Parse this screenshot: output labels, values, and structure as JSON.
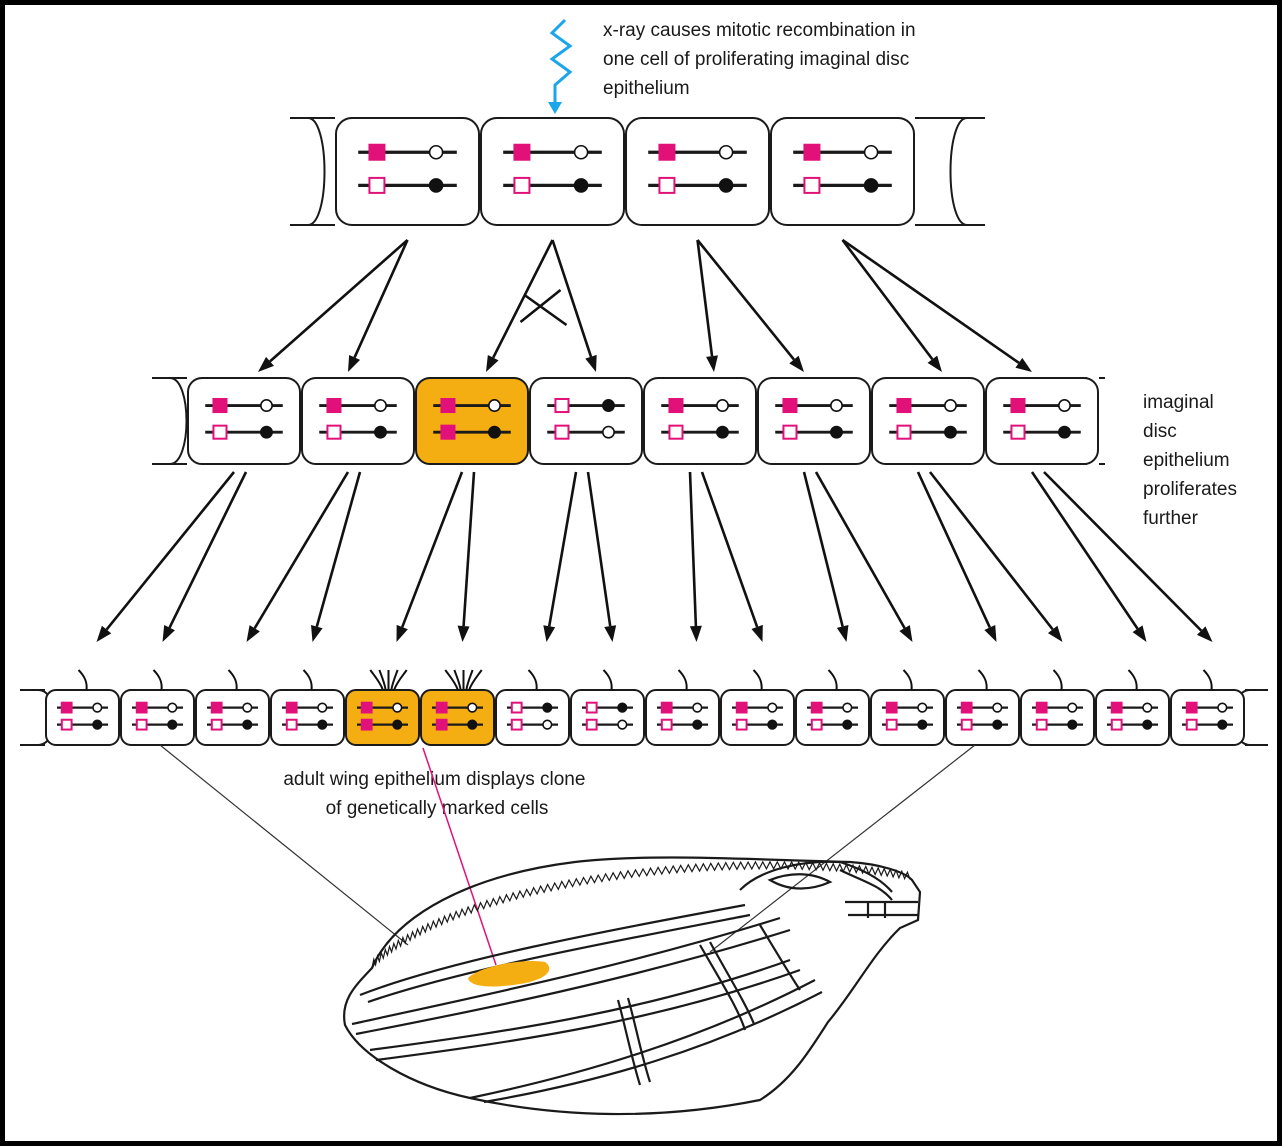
{
  "labels": {
    "xray": [
      "x-ray causes mitotic recombination in",
      "one cell of proliferating imaginal disc",
      "epithelium"
    ],
    "proliferation": [
      "imaginal",
      "disc",
      "epithelium",
      "proliferates",
      "further"
    ],
    "clone": [
      "adult wing epithelium displays clone",
      "of genetically marked cells"
    ]
  },
  "colors": {
    "marker": "#e2117a",
    "clone": "#f5ae12",
    "xray": "#1aa6e8",
    "ink": "#1a1a1a"
  },
  "rows": [
    {
      "name": "row-1",
      "cells": [
        "normal",
        "normal",
        "normal",
        "normal"
      ]
    },
    {
      "name": "row-2",
      "cells": [
        "normal",
        "normal",
        "clone",
        "twin",
        "normal",
        "normal",
        "normal",
        "normal"
      ]
    },
    {
      "name": "row-3",
      "cells": [
        "normal",
        "normal",
        "normal",
        "normal",
        "clone",
        "clone",
        "twin",
        "twin",
        "normal",
        "normal",
        "normal",
        "normal",
        "normal",
        "normal",
        "normal",
        "normal"
      ]
    }
  ]
}
